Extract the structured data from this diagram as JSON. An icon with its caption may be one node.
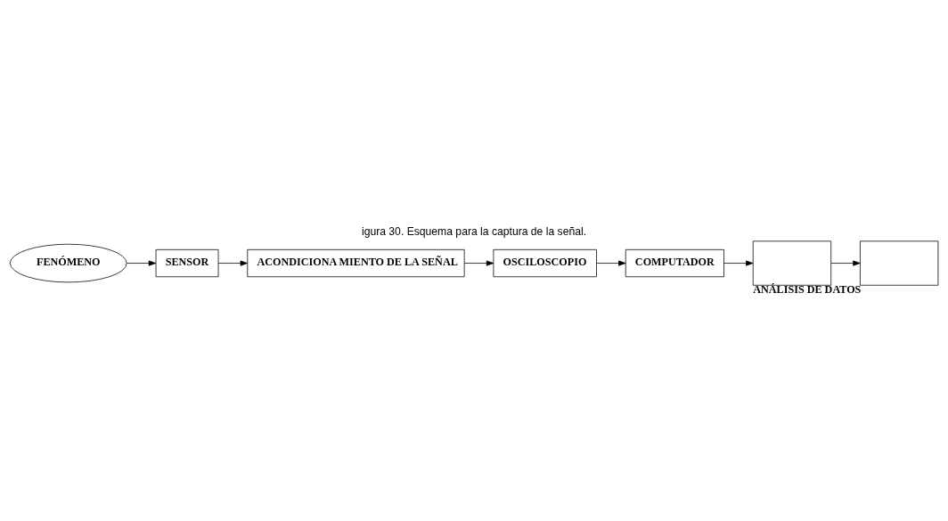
{
  "diagram": {
    "title": "igura 30. Esquema para la captura de la señal.",
    "nodes": [
      {
        "text": [
          "FENÓMENO"
        ]
      },
      {
        "text": [
          "SENSOR"
        ]
      },
      {
        "text": [
          "ACONDICIONA MIENTO DE LA SEÑAL"
        ]
      },
      {
        "text": [
          "OSCILOSCOPIO"
        ]
      },
      {
        "text": [
          "COMPUTADOR"
        ]
      },
      {
        "text": [],
        "shape": "box"
      },
      {
        "text": [],
        "shape": "box",
        "beside": [
          "ANÁLISIS DE DATOS"
        ]
      }
    ],
    "edges": [
      {
        "from": 0,
        "to": 1,
        "arrow": "to"
      },
      {
        "from": 1,
        "to": 2,
        "arrow": "to"
      },
      {
        "from": 2,
        "to": 3,
        "arrow": "to"
      },
      {
        "from": 3,
        "to": 4,
        "arrow": "to"
      },
      {
        "from": 4,
        "to": 5,
        "arrow": "to"
      },
      {
        "from": 5,
        "to": 6,
        "arrow": "to"
      }
    ]
  }
}
